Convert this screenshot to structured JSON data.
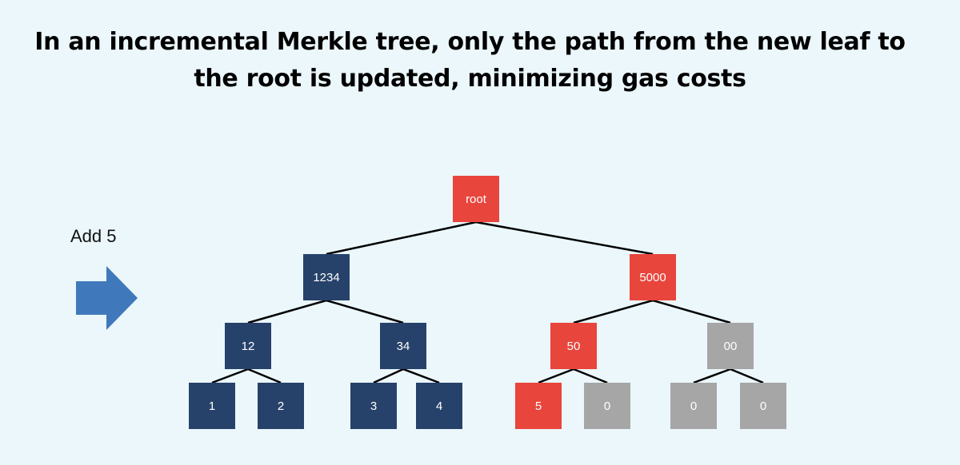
{
  "title": {
    "line1": "In an incremental Merkle tree, only the path from the new leaf to",
    "line2": "the root is updated, minimizing gas costs"
  },
  "action_label": "Add 5",
  "arrow_icon": "right-arrow-icon",
  "colors": {
    "updated": "#e8453c",
    "existing": "#27426a",
    "empty": "#a6a6a6",
    "arrow": "#3f79bb",
    "edge": "#000000"
  },
  "nodes": [
    {
      "id": "root",
      "label": "root",
      "state": "updated"
    },
    {
      "id": "n1234",
      "label": "1234",
      "state": "existing"
    },
    {
      "id": "n5000",
      "label": "5000",
      "state": "updated"
    },
    {
      "id": "n12",
      "label": "12",
      "state": "existing"
    },
    {
      "id": "n34",
      "label": "34",
      "state": "existing"
    },
    {
      "id": "n50",
      "label": "50",
      "state": "updated"
    },
    {
      "id": "n00",
      "label": "00",
      "state": "empty"
    },
    {
      "id": "leaf1",
      "label": "1",
      "state": "existing"
    },
    {
      "id": "leaf2",
      "label": "2",
      "state": "existing"
    },
    {
      "id": "leaf3",
      "label": "3",
      "state": "existing"
    },
    {
      "id": "leaf4",
      "label": "4",
      "state": "existing"
    },
    {
      "id": "leaf5",
      "label": "5",
      "state": "updated"
    },
    {
      "id": "leaf0a",
      "label": "0",
      "state": "empty"
    },
    {
      "id": "leaf0b",
      "label": "0",
      "state": "empty"
    },
    {
      "id": "leaf0c",
      "label": "0",
      "state": "empty"
    }
  ],
  "edges": [
    [
      "root",
      "n1234"
    ],
    [
      "root",
      "n5000"
    ],
    [
      "n1234",
      "n12"
    ],
    [
      "n1234",
      "n34"
    ],
    [
      "n5000",
      "n50"
    ],
    [
      "n5000",
      "n00"
    ],
    [
      "n12",
      "leaf1"
    ],
    [
      "n12",
      "leaf2"
    ],
    [
      "n34",
      "leaf3"
    ],
    [
      "n34",
      "leaf4"
    ],
    [
      "n50",
      "leaf5"
    ],
    [
      "n50",
      "leaf0a"
    ],
    [
      "n00",
      "leaf0b"
    ],
    [
      "n00",
      "leaf0c"
    ]
  ]
}
